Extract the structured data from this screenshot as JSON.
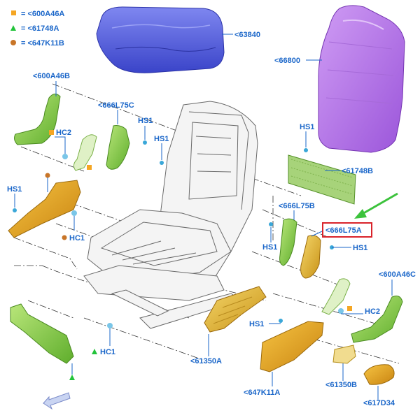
{
  "legend": [
    {
      "symbol": "square",
      "color": "#f5a623",
      "text": "= <600A46A"
    },
    {
      "symbol": "triangle",
      "color": "#22c33a",
      "text": "= <61748A"
    },
    {
      "symbol": "circle",
      "color": "#c87528",
      "text": "= <647K11B"
    }
  ],
  "callouts": {
    "c63840": "<63840",
    "c66800": "<66800",
    "c600A46B": "<600A46B",
    "c666L75C": "<666L75C",
    "hs1_a": "HS1",
    "hs1_b": "HS1",
    "hs1_c": "HS1",
    "hs1_d": "HS1",
    "hs1_e": "HS1",
    "hs1_f": "HS1",
    "hs1_g": "HS1",
    "hc2_a": "HC2",
    "hc2_b": "HC2",
    "hc1_a": "HC1",
    "hc1_b": "HC1",
    "c61748B": "<61748B",
    "c666L75B": "<666L75B",
    "c666L75A": "<666L75A",
    "c600A46C": "<600A46C",
    "c61350A": "<61350A",
    "c647K11A": "<647K11A",
    "c61350B": "<61350B",
    "c617D34": "<617D34"
  },
  "colors": {
    "label": "#1a66c9",
    "highlight_box": "#d9232a",
    "arrow": "#3cc23c",
    "cushion": "#5a63e0",
    "back_panel": "#b97be8",
    "green_part": "#8fd14f",
    "yellow_part": "#e4b532",
    "orange_part": "#e3a51d"
  }
}
